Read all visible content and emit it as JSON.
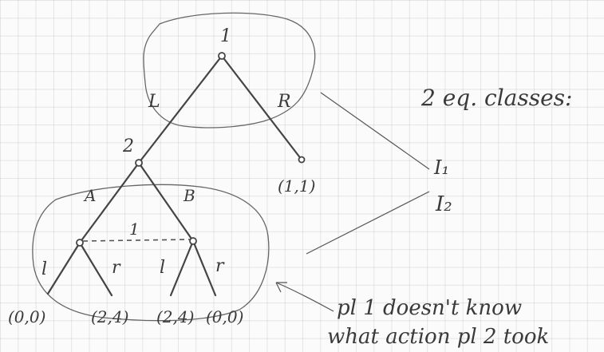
{
  "tree": {
    "root_player": "1",
    "move_left": "L",
    "move_right": "R",
    "right_payoff": "(1,1)",
    "player2_node": "2",
    "move_a": "A",
    "move_b": "B",
    "info_set_player": "1",
    "leaf_labels": [
      "l",
      "r",
      "l",
      "r"
    ],
    "payoffs": [
      "(0,0)",
      "(2,4)",
      "(2,4)",
      "(0,0)"
    ]
  },
  "annotations": {
    "classes_title": "2 eq. classes:",
    "class_1": "I₁",
    "class_2": "I₂",
    "note_line_1": "pl 1 doesn't know",
    "note_line_2": "what action pl 2 took"
  }
}
